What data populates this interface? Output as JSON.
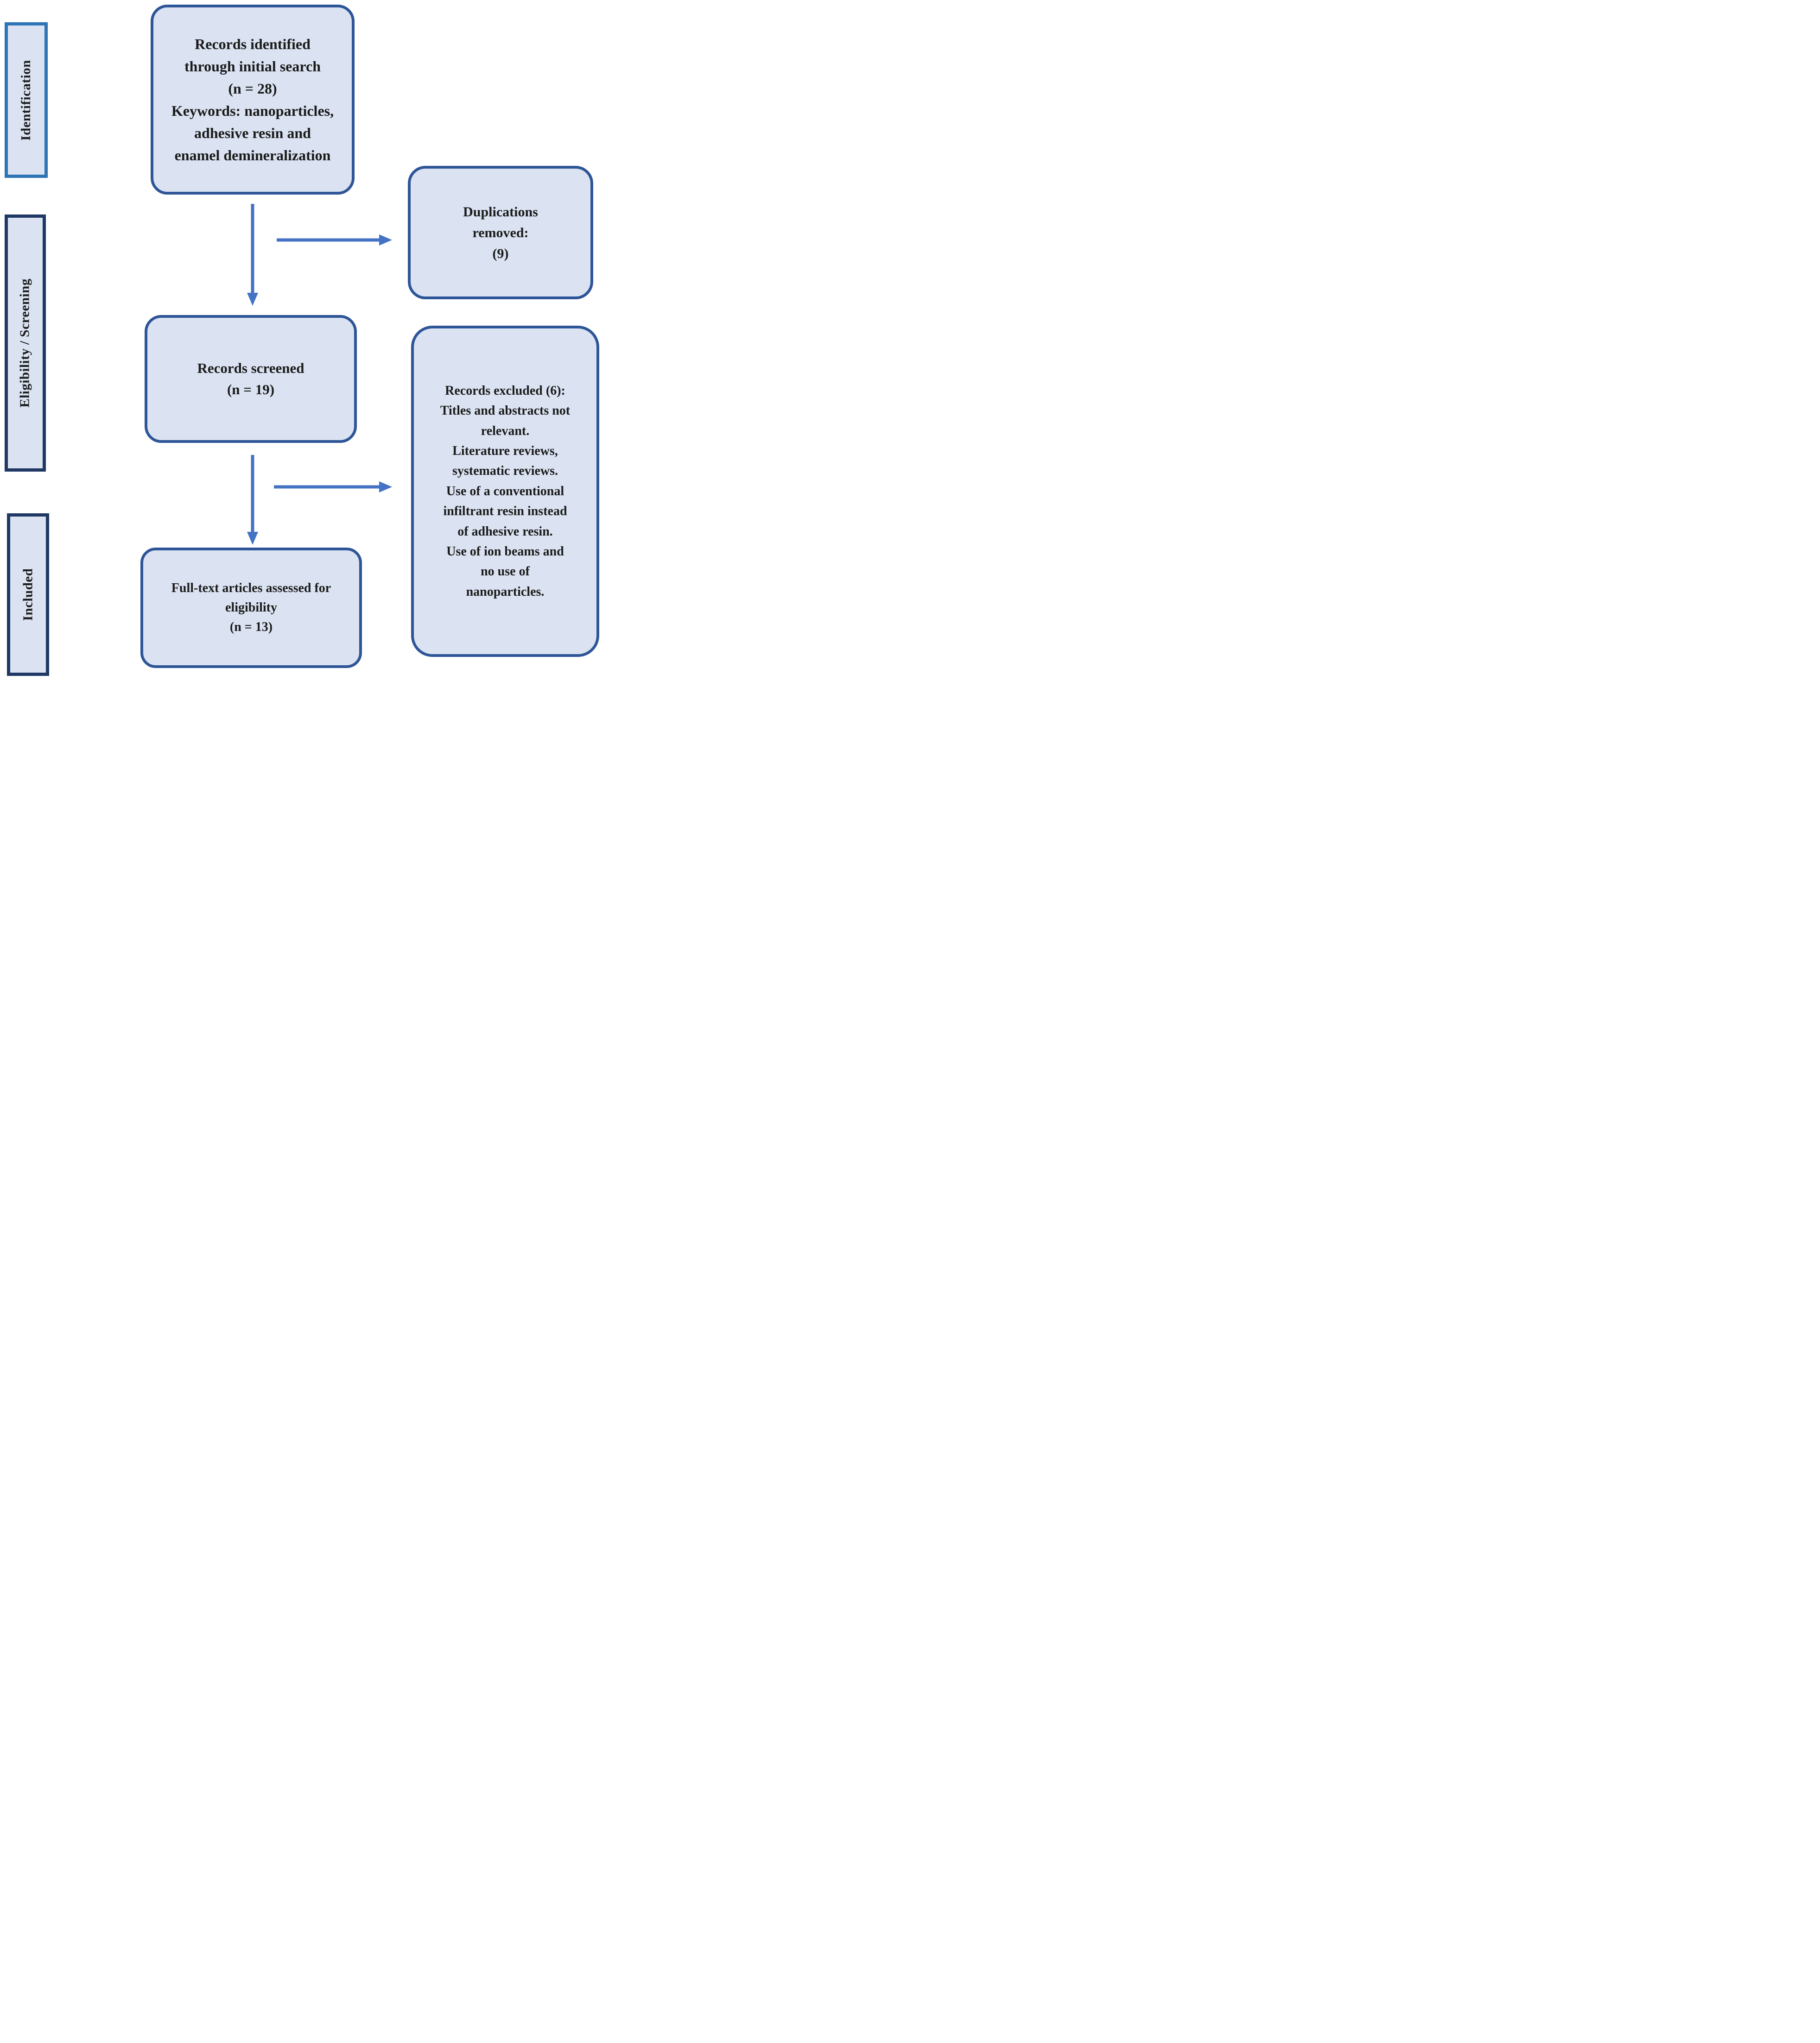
{
  "stages": [
    {
      "label": "Identification"
    },
    {
      "label": "Eligibility / Screening"
    },
    {
      "label": "Included"
    }
  ],
  "nodes": {
    "identified": {
      "text": "Records identified\nthrough initial search\n(n = 28)\nKeywords: nanoparticles,\nadhesive resin and\nenamel demineralization"
    },
    "duplications": {
      "text": "Duplications\nremoved:\n(9)"
    },
    "screened": {
      "text": "Records screened\n(n = 19)"
    },
    "excluded": {
      "text": "Records excluded (6):\nTitles and abstracts not\nrelevant.\nLiterature reviews,\nsystematic reviews.\nUse of a conventional\ninfiltrant resin instead\nof adhesive resin.\nUse of ion beams and\nno use of\nnanoparticles."
    },
    "fulltext": {
      "text": "Full-text articles assessed for\neligibility\n(n = 13)"
    }
  },
  "colors": {
    "box_fill": "#dbe3f2",
    "node_border": "#2e5597",
    "arrow": "#4472c4",
    "stage1_border": "#2e75b6",
    "stage_border": "#1f3864",
    "text": "#1b1b1b"
  }
}
